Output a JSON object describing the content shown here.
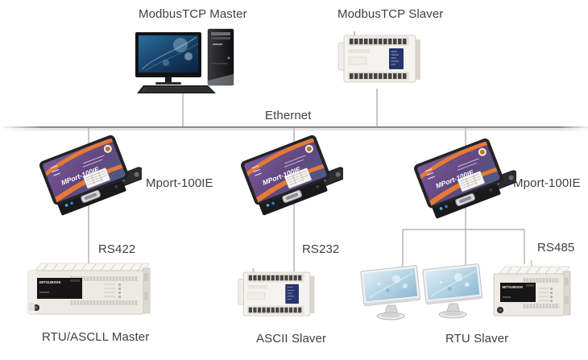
{
  "diagram": {
    "title_nodes": {
      "modbus_master": "ModbusTCP Master",
      "modbus_slave": "ModbusTCP Slaver",
      "rtu_ascll_master": "RTU/ASCLL Master",
      "ascii_slave": "ASCII Slaver",
      "rtu_slave": "RTU Slaver"
    },
    "gateway_labels": {
      "mport_left": "Mport-100IE",
      "mport_right": "Mport-100IE"
    },
    "bus": {
      "ethernet": "Ethernet"
    },
    "serial_links": {
      "rs422": "RS422",
      "rs232": "RS232",
      "rs485": "RS485"
    },
    "device_markings": {
      "mport_print": "MPort-100IE",
      "plc_brand": "MITSUBISHI"
    },
    "colors": {
      "text": "#3f3f3f",
      "wire": "#a3a3a3",
      "bus_line": "#8f8f8f",
      "bus_line_light": "#cdcdcd",
      "mport_body": "#232327",
      "mport_purple": "#6a4d86",
      "mport_orange": "#e57a35",
      "plc_navy": "#27356b",
      "plc_beige": "#eceae3",
      "monitor_screen": "#bcd9ea",
      "pc_screen": "#1b4f79"
    }
  }
}
